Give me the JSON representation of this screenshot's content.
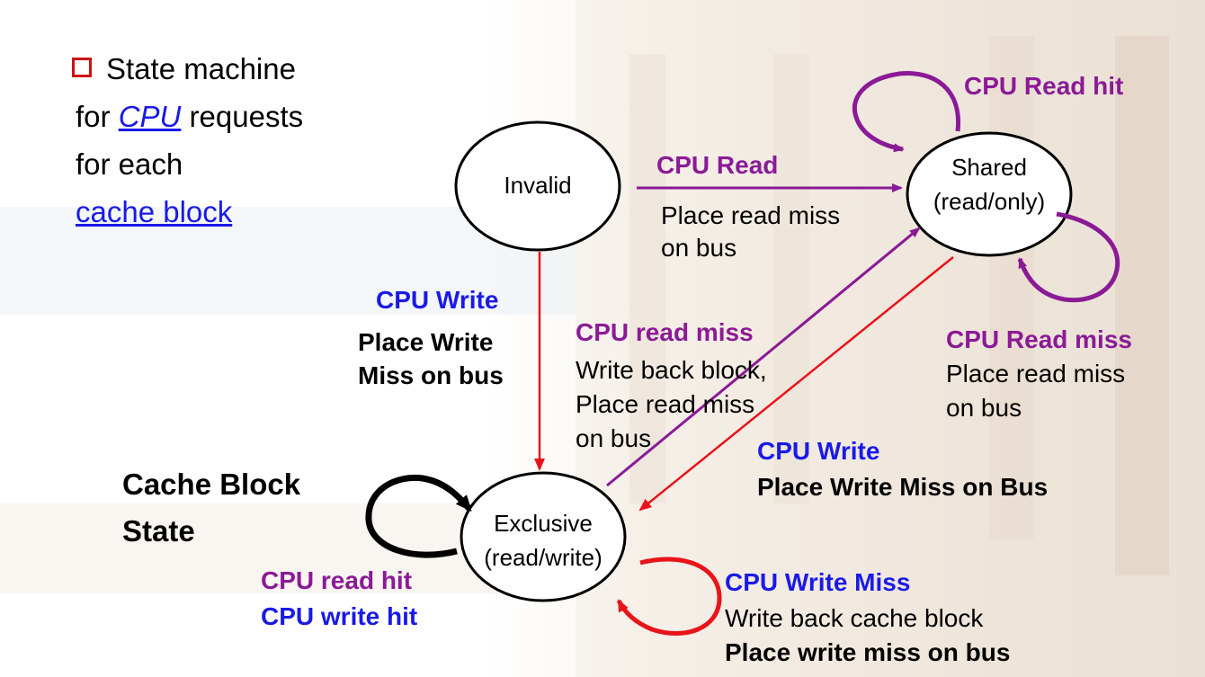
{
  "intro": {
    "line1": "State machine",
    "line2_prefix": "for ",
    "line2_link": "CPU",
    "line2_suffix": " requests",
    "line3": "for each",
    "line4_link": "cache block"
  },
  "states": {
    "invalid": "Invalid",
    "shared_line1": "Shared",
    "shared_line2": "(read/only)",
    "exclusive_line1": "Exclusive",
    "exclusive_line2": "(read/write)"
  },
  "cache_block_state": {
    "line1": "Cache Block",
    "line2": "State"
  },
  "transitions": {
    "invalid_to_shared": {
      "event": "CPU Read",
      "action_line1": "Place read miss",
      "action_line2": "on bus"
    },
    "shared_self_read_hit": {
      "event": "CPU Read hit"
    },
    "shared_self_read_miss": {
      "event": "CPU Read miss",
      "action_line1": "Place read miss",
      "action_line2": "on bus"
    },
    "invalid_to_exclusive": {
      "event": "CPU Write",
      "action_line1": "Place Write",
      "action_line2": "Miss on bus"
    },
    "exclusive_to_shared": {
      "event": "CPU read miss",
      "action_line1": "Write back block,",
      "action_line2": "Place read miss",
      "action_line3": "on bus"
    },
    "shared_to_exclusive": {
      "event": "CPU Write",
      "action": "Place Write Miss on Bus"
    },
    "exclusive_self_hit": {
      "event_line1": "CPU read hit",
      "event_line2": "CPU write hit"
    },
    "exclusive_self_write_miss": {
      "event": "CPU Write Miss",
      "action_line1": "Write back cache block",
      "action_line2": "Place write miss on bus"
    }
  },
  "colors": {
    "purple": "#8b1a96",
    "blue": "#1a1ae6",
    "red": "#e8141a",
    "bullet_red": "#d01010"
  }
}
